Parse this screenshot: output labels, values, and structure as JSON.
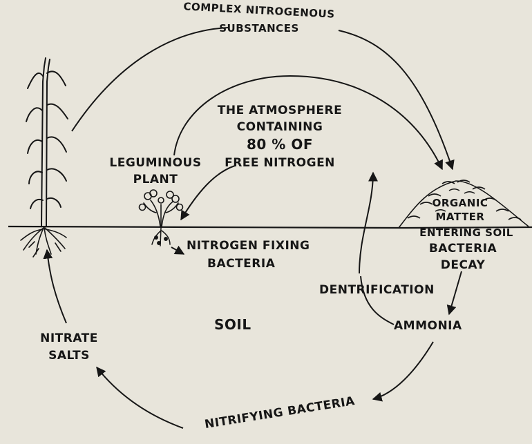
{
  "labels": {
    "complex_1": "Complex Nitrogenous",
    "complex_2": "Substances",
    "atm_1": "The Atmosphere",
    "atm_2": "Containing",
    "atm_3": "80 % of",
    "atm_4": "Free Nitrogen",
    "legume_1": "Leguminous",
    "legume_2": "Plant",
    "organic_1": "Organic",
    "organic_2": "Matter",
    "organic_3": "Entering Soil",
    "decay_1": "Bacteria",
    "decay_2": "Decay",
    "fixing_1": "Nitrogen Fixing",
    "fixing_2": "Bacteria",
    "dentrification": "Dentrification",
    "ammonia": "Ammonia",
    "soil": "Soil",
    "nitrate_1": "Nitrate",
    "nitrate_2": "Salts",
    "nitrifying": "Nitrifying Bacteria"
  },
  "colors": {
    "paper": "#e8e5db",
    "ink": "#161616"
  }
}
